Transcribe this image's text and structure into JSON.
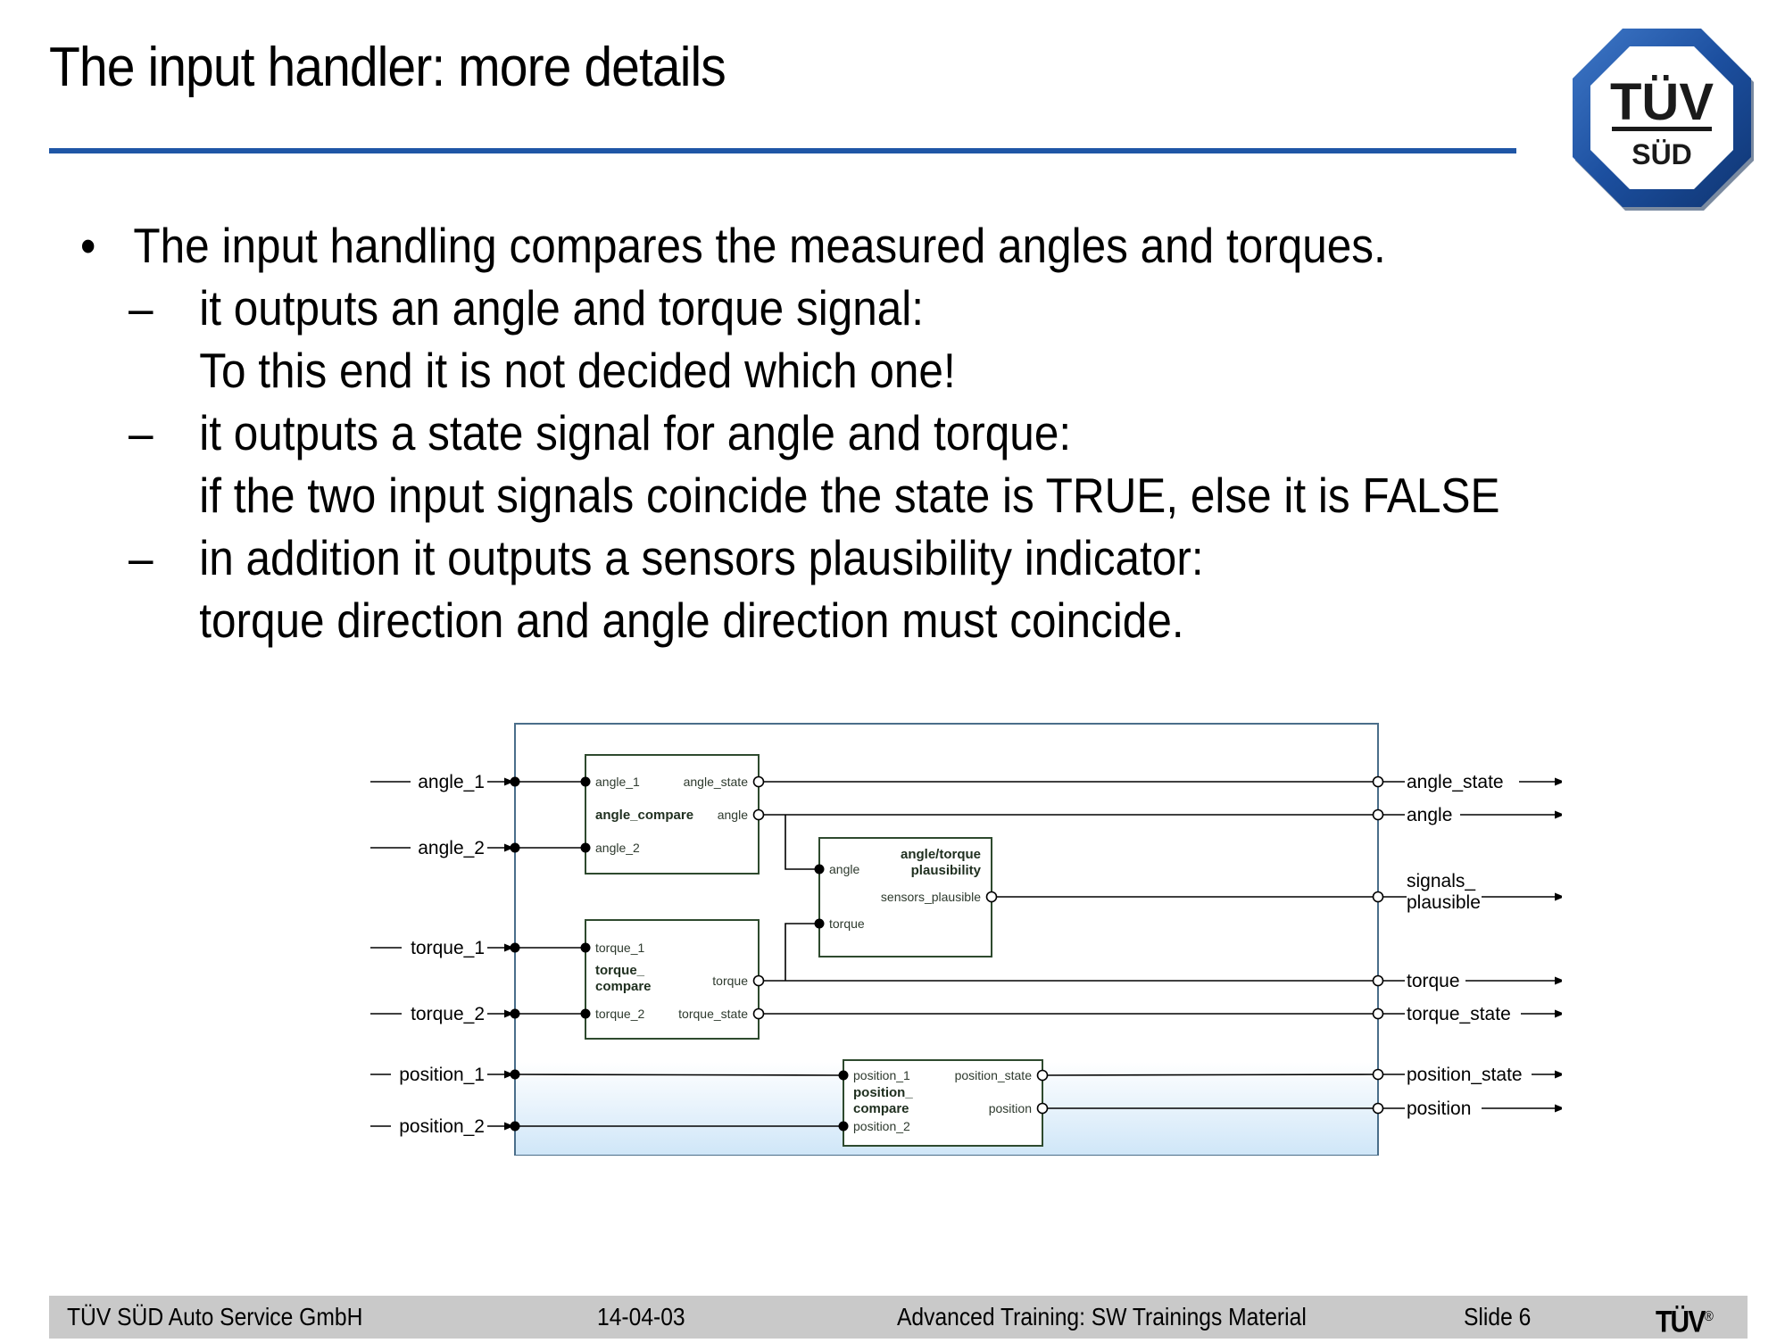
{
  "slide": {
    "title": "The input handler: more details"
  },
  "logo": {
    "line1": "TÜV",
    "line2": "SÜD"
  },
  "bullets": [
    {
      "level": 1,
      "marker": "•",
      "text": "The input handling compares the measured angles and torques."
    },
    {
      "level": 2,
      "marker": "–",
      "text": "it outputs an angle and torque signal:"
    },
    {
      "level": 2,
      "marker": "",
      "text": "To this end it is not decided which one!"
    },
    {
      "level": 2,
      "marker": "–",
      "text": "it outputs a state signal for angle and torque:"
    },
    {
      "level": 2,
      "marker": "",
      "text": "if the two input signals coincide the state is TRUE, else it is FALSE"
    },
    {
      "level": 2,
      "marker": "–",
      "text": "in addition it outputs a sensors plausibility indicator:"
    },
    {
      "level": 2,
      "marker": "",
      "text": "torque direction and angle direction must coincide."
    }
  ],
  "diagram": {
    "inputs": [
      "angle_1",
      "angle_2",
      "torque_1",
      "torque_2",
      "position_1",
      "position_2"
    ],
    "outputs": {
      "angle_state": "angle_state",
      "angle": "angle",
      "signals_1": "signals_",
      "signals_2": "plausible",
      "torque": "torque",
      "torque_state": "torque_state",
      "position_state": "position_state",
      "position": "position"
    },
    "angle_compare": {
      "name": "angle_compare",
      "in1": "angle_1",
      "in2": "angle_2",
      "out_state": "angle_state",
      "out_value": "angle"
    },
    "torque_compare": {
      "name1": "torque_",
      "name2": "compare",
      "in1": "torque_1",
      "in2": "torque_2",
      "out_value": "torque",
      "out_state": "torque_state"
    },
    "plausibility": {
      "name1": "angle/torque",
      "name2": "plausibility",
      "in1": "angle",
      "in2": "torque",
      "out": "sensors_plausible"
    },
    "position_compare": {
      "name1": "position_",
      "name2": "compare",
      "in1": "position_1",
      "in2": "position_2",
      "out_state": "position_state",
      "out_value": "position"
    }
  },
  "footer": {
    "company": "TÜV SÜD Auto Service GmbH",
    "date": "14-04-03",
    "course": "Advanced Training: SW Trainings Material",
    "slide": "Slide 6",
    "logo_text": "TÜV",
    "registered": "®"
  },
  "colors": {
    "accent_blue": "#1f56a6",
    "block_border": "#2e4a2e",
    "footer_bg": "#c9c9c9"
  }
}
